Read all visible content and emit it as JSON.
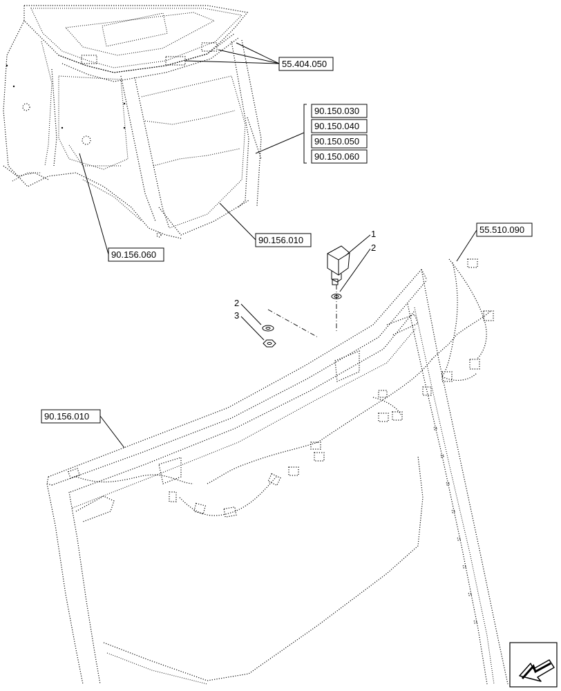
{
  "references": {
    "cab_top_light": "55.404.050",
    "door_group": [
      "90.150.030",
      "90.150.040",
      "90.150.050",
      "90.150.060"
    ],
    "cab_side_panel": "90.156.060",
    "windshield_top": "90.156.010",
    "windshield_frame": "90.156.010",
    "wiring_harness": "55.510.090"
  },
  "items": {
    "item1": "1",
    "item2_upper": "2",
    "item2_lower": "2",
    "item3": "3"
  },
  "icons": {
    "navigation": "arrow-back-icon"
  }
}
